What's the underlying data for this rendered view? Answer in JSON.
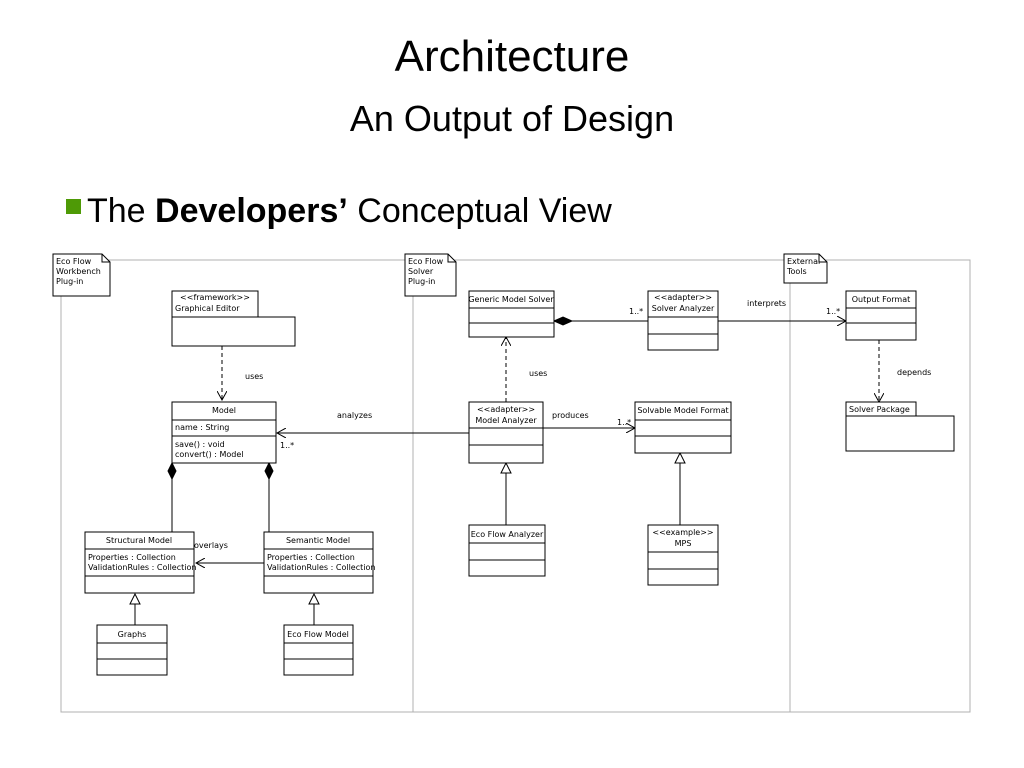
{
  "slide": {
    "title": "Architecture",
    "subtitle": "An Output of Design",
    "bullet_prefix": "The ",
    "bullet_bold": "Developers’",
    "bullet_suffix": " Conceptual View"
  },
  "diagram": {
    "packages": {
      "workbench": [
        "Eco Flow",
        "Workbench",
        "Plug-in"
      ],
      "solver": [
        "Eco Flow",
        "Solver",
        "Plug-in"
      ],
      "external": [
        "External",
        "Tools"
      ]
    },
    "classes": {
      "graphical_editor": {
        "stereotype": "<<framework>>",
        "name": "Graphical Editor"
      },
      "model": {
        "name": "Model",
        "attribute": "name : String",
        "operations": [
          "save() : void",
          "convert() : Model"
        ]
      },
      "structural_model": {
        "name": "Structural Model",
        "attributes": [
          "Properties : Collection",
          "ValidationRules : Collection"
        ]
      },
      "semantic_model": {
        "name": "Semantic Model",
        "attributes": [
          "Properties : Collection",
          "ValidationRules : Collection"
        ]
      },
      "graphs": {
        "name": "Graphs"
      },
      "eco_flow_model": {
        "name": "Eco Flow Model"
      },
      "generic_model_solver": {
        "name": "Generic Model Solver"
      },
      "solver_analyzer": {
        "stereotype": "<<adapter>>",
        "name": "Solver Analyzer"
      },
      "model_analyzer": {
        "stereotype": "<<adapter>>",
        "name": "Model Analyzer"
      },
      "solvable_model_format": {
        "name": "Solvable Model Format"
      },
      "eco_flow_analyzer": {
        "name": "Eco Flow Analyzer"
      },
      "mps": {
        "stereotype": "<<example>>",
        "name": "MPS"
      },
      "output_format": {
        "name": "Output Format"
      },
      "solver_package": {
        "name": "Solver Package"
      }
    },
    "labels": {
      "uses_1": "uses",
      "uses_2": "uses",
      "analyzes": "analyzes",
      "overlays": "overlays",
      "produces": "produces",
      "interprets": "interprets",
      "depends": "depends",
      "mult_model": "1..*",
      "mult_solver": "1..*",
      "mult_output": "1..*",
      "mult_format": "1..*"
    }
  }
}
